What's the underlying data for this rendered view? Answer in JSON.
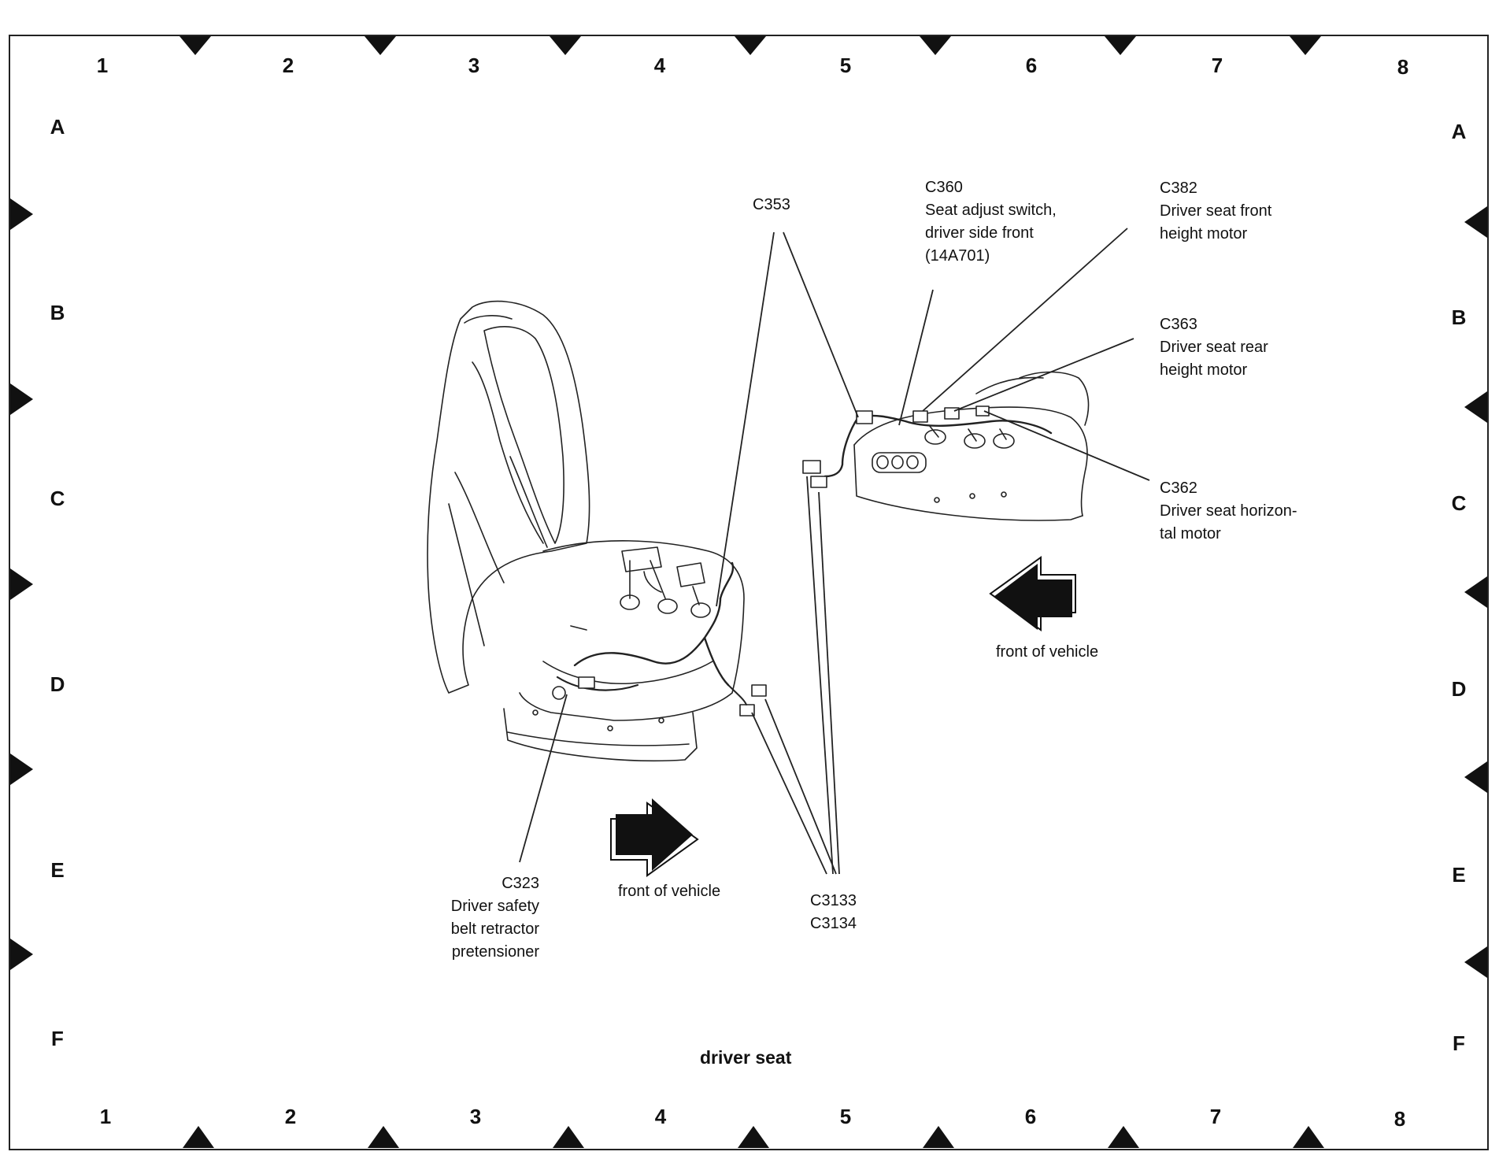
{
  "figure": {
    "title": "driver seat",
    "grid": {
      "columns": [
        "1",
        "2",
        "3",
        "4",
        "5",
        "6",
        "7",
        "8"
      ],
      "rows": [
        "A",
        "B",
        "C",
        "D",
        "E",
        "F"
      ]
    }
  },
  "callouts": {
    "c353": {
      "code": "C353"
    },
    "c360": {
      "code": "C360",
      "desc_1": "Seat adjust switch,",
      "desc_2": "driver side front",
      "desc_3": "(14A701)"
    },
    "c382": {
      "code": "C382",
      "desc_1": "Driver seat front",
      "desc_2": "height motor"
    },
    "c363": {
      "code": "C363",
      "desc_1": "Driver seat rear",
      "desc_2": "height motor"
    },
    "c362": {
      "code": "C362",
      "desc_1": "Driver seat horizon-",
      "desc_2": "tal motor"
    },
    "c323": {
      "code": "C323",
      "desc_1": "Driver safety",
      "desc_2": "belt retractor",
      "desc_3": "pretensioner"
    },
    "c3133": {
      "code": "C3133"
    },
    "c3134": {
      "code": "C3134"
    }
  },
  "arrows": {
    "right_view": {
      "label": "front of vehicle"
    },
    "left_view": {
      "label": "front of vehicle"
    }
  }
}
